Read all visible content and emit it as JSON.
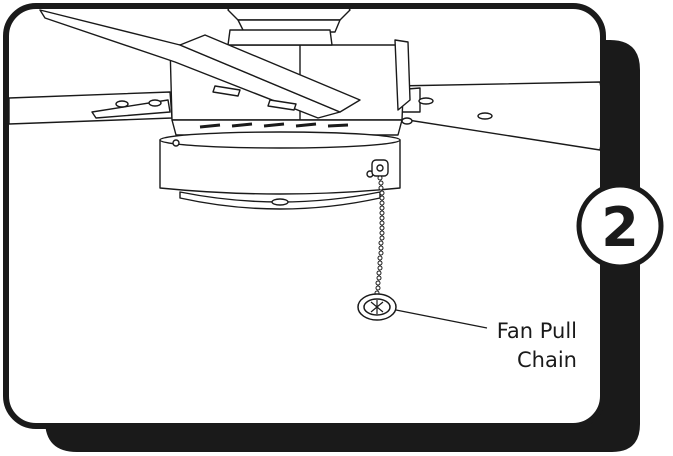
{
  "step": {
    "number": "2"
  },
  "callout": {
    "line1": "Fan Pull",
    "line2": "Chain"
  },
  "icons": {
    "fan": "ceiling-fan-illustration",
    "chain": "pull-chain-icon"
  },
  "colors": {
    "ink": "#1a1a1a",
    "shadow": "#1a1a1a",
    "panel": "#ffffff"
  }
}
